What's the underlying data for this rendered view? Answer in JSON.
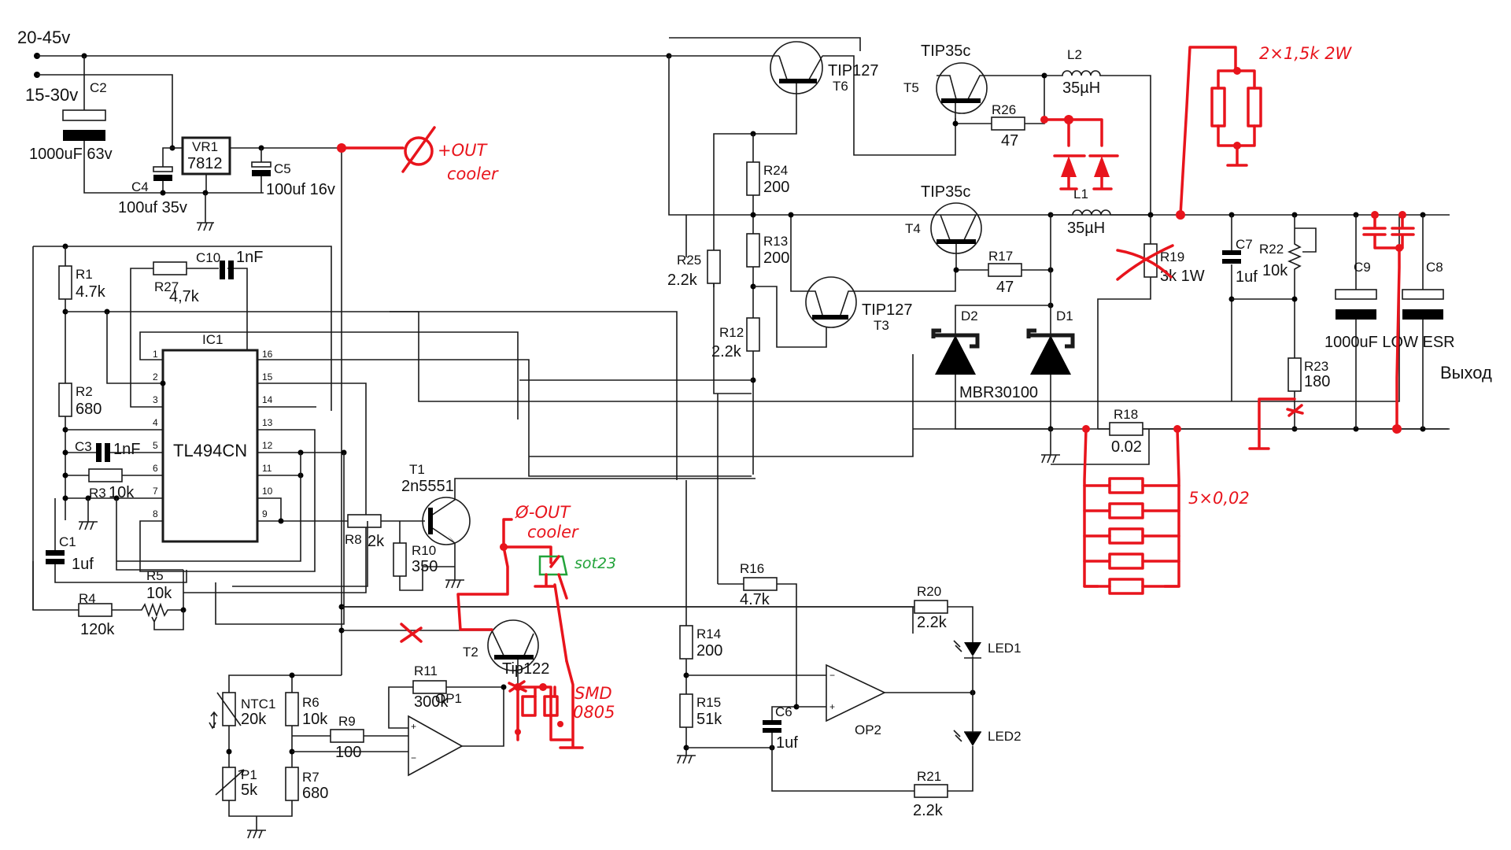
{
  "title": "Lab power supply schematic (TL494CN) with hand-drawn red modifications",
  "colors": {
    "wire": "#1a1a1a",
    "annotation_red": "#e8141c",
    "annotation_green": "#22a33a"
  },
  "inputs": {
    "high": "20-45v",
    "low": "15-30v"
  },
  "output_label": "Выход",
  "components": {
    "C2": {
      "ref": "C2",
      "value": "1000uF 63v"
    },
    "C4": {
      "ref": "C4",
      "value": "100uf 35v"
    },
    "C5": {
      "ref": "C5",
      "value": "100uf 16v"
    },
    "VR1": {
      "ref": "VR1",
      "value": "7812"
    },
    "R1": {
      "ref": "R1",
      "value": "4.7k"
    },
    "R2": {
      "ref": "R2",
      "value": "680"
    },
    "R3": {
      "ref": "R3",
      "value": "10k"
    },
    "R27": {
      "ref": "R27",
      "value": "4,7k"
    },
    "C10": {
      "ref": "C10",
      "value": "1nF"
    },
    "C3": {
      "ref": "C3",
      "value": "1nF"
    },
    "C1": {
      "ref": "C1",
      "value": "1uf"
    },
    "R4": {
      "ref": "R4",
      "value": "120k"
    },
    "R5": {
      "ref": "R5",
      "value": "10k"
    },
    "IC1": {
      "ref": "IC1",
      "value": "TL494CN",
      "pins_left": [
        "1",
        "2",
        "3",
        "4",
        "5",
        "6",
        "7",
        "8"
      ],
      "pins_right": [
        "16",
        "15",
        "14",
        "13",
        "12",
        "11",
        "10",
        "9"
      ]
    },
    "R8": {
      "ref": "R8",
      "value": "2k"
    },
    "R10": {
      "ref": "R10",
      "value": "350"
    },
    "T1": {
      "ref": "T1",
      "value": "2n5551"
    },
    "T2": {
      "ref": "T2",
      "value": "Tip122"
    },
    "NTC1": {
      "ref": "NTC1",
      "value": "20k"
    },
    "P1": {
      "ref": "P1",
      "value": "5k"
    },
    "R6": {
      "ref": "R6",
      "value": "10k"
    },
    "R7": {
      "ref": "R7",
      "value": "680"
    },
    "R9": {
      "ref": "R9",
      "value": "100"
    },
    "R11": {
      "ref": "R11",
      "value": "300k"
    },
    "OP1": {
      "ref": "OP1"
    },
    "T6": {
      "ref": "T6",
      "value": "TIP127"
    },
    "T5": {
      "ref": "T5",
      "value": "TIP35c"
    },
    "T4": {
      "ref": "T4",
      "value": "TIP35c"
    },
    "T3": {
      "ref": "T3",
      "value": "TIP127"
    },
    "L2": {
      "ref": "L2",
      "value": "35µH"
    },
    "L1": {
      "ref": "L1",
      "value": "35µH"
    },
    "R26": {
      "ref": "R26",
      "value": "47"
    },
    "R17": {
      "ref": "R17",
      "value": "47"
    },
    "R24": {
      "ref": "R24",
      "value": "200"
    },
    "R13": {
      "ref": "R13",
      "value": "200"
    },
    "R12": {
      "ref": "R12",
      "value": "2.2k"
    },
    "R25": {
      "ref": "R25",
      "value": "2.2k"
    },
    "D1": {
      "ref": "D1"
    },
    "D2": {
      "ref": "D2"
    },
    "diodes_value": "MBR30100",
    "R19": {
      "ref": "R19",
      "value": "3k 1W"
    },
    "C7": {
      "ref": "C7",
      "value": "1uf"
    },
    "R22": {
      "ref": "R22",
      "value": "10k"
    },
    "R23": {
      "ref": "R23",
      "value": "180"
    },
    "R18": {
      "ref": "R18",
      "value": "0.02"
    },
    "C9": {
      "ref": "C9"
    },
    "C8": {
      "ref": "C8"
    },
    "caps_value": "1000uF LOW ESR",
    "R16": {
      "ref": "R16",
      "value": "4.7k"
    },
    "R14": {
      "ref": "R14",
      "value": "200"
    },
    "R15": {
      "ref": "R15",
      "value": "51k"
    },
    "C6": {
      "ref": "C6",
      "value": "1uf"
    },
    "R20": {
      "ref": "R20",
      "value": "2.2k"
    },
    "R21": {
      "ref": "R21",
      "value": "2.2k"
    },
    "LED1": {
      "ref": "LED1"
    },
    "LED2": {
      "ref": "LED2"
    },
    "OP2": {
      "ref": "OP2"
    }
  },
  "annotations": {
    "top_cooler": [
      "+OUT",
      "cooler"
    ],
    "mid_cooler": [
      "Ø-OUT",
      "cooler"
    ],
    "sot23": "sot23",
    "smd": [
      "SMD",
      "0805"
    ],
    "parallel_load": "2×1,5k 2W",
    "shunt": "5×0,02"
  }
}
